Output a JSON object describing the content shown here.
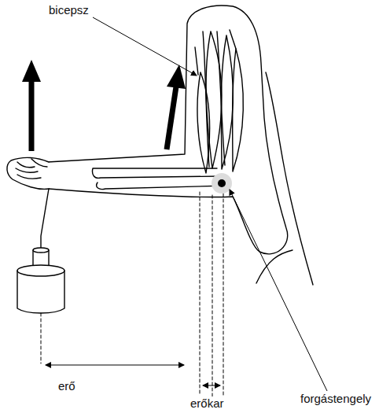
{
  "diagram": {
    "labels": [
      "bicepsz",
      "forgástengely",
      "erő",
      "erőkar"
    ]
  }
}
